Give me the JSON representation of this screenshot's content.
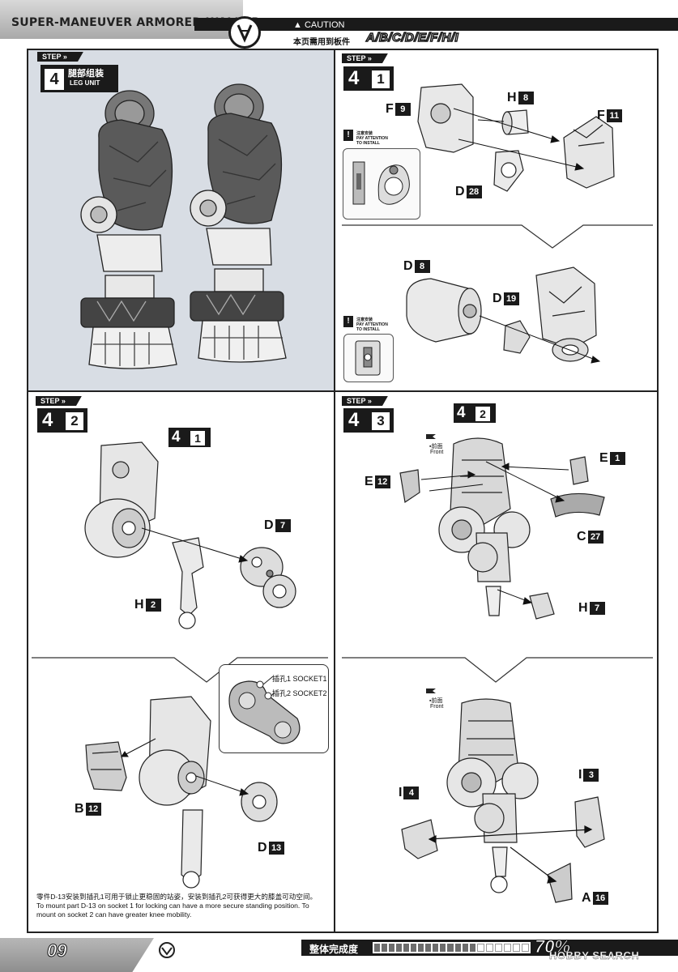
{
  "header": {
    "title": "SUPER-MANEUVER ARMORED WALKER",
    "caution": "CAUTION",
    "subtitle": "本页需用到板件",
    "runners": "A/B/C/D/E/F/H/I"
  },
  "steps": {
    "main": {
      "tag": "STEP",
      "number": "4",
      "title_cn": "腿部组装",
      "title_en": "LEG UNIT"
    },
    "s41": {
      "tag": "STEP",
      "number": "4",
      "sub": "1"
    },
    "s42": {
      "tag": "STEP",
      "number": "4",
      "sub": "2"
    },
    "s43": {
      "tag": "STEP",
      "number": "4",
      "sub": "3"
    },
    "ref41": {
      "number": "4",
      "sub": "1"
    },
    "ref42": {
      "number": "4",
      "sub": "2"
    }
  },
  "attention": {
    "cn": "注意安装",
    "en_line1": "PAY ATTENTION",
    "en_line2": "TO INSTALL"
  },
  "front": {
    "cn": "前面",
    "en": "Front"
  },
  "parts": {
    "s41_top": [
      {
        "letter": "F",
        "num": "9"
      },
      {
        "letter": "H",
        "num": "8"
      },
      {
        "letter": "F",
        "num": "11"
      },
      {
        "letter": "D",
        "num": "28"
      }
    ],
    "s41_bottom": [
      {
        "letter": "D",
        "num": "8"
      },
      {
        "letter": "D",
        "num": "19"
      }
    ],
    "s42_top": [
      {
        "letter": "D",
        "num": "7"
      },
      {
        "letter": "H",
        "num": "2"
      }
    ],
    "s42_bottom": [
      {
        "letter": "B",
        "num": "12"
      },
      {
        "letter": "D",
        "num": "13"
      }
    ],
    "s43_top": [
      {
        "letter": "E",
        "num": "1"
      },
      {
        "letter": "E",
        "num": "12"
      },
      {
        "letter": "C",
        "num": "27"
      },
      {
        "letter": "H",
        "num": "7"
      }
    ],
    "s43_bottom": [
      {
        "letter": "I",
        "num": "4"
      },
      {
        "letter": "I",
        "num": "3"
      },
      {
        "letter": "A",
        "num": "16"
      }
    ]
  },
  "socket": {
    "label1": "插孔1 SOCKET1",
    "label2": "插孔2 SOCKET2"
  },
  "note": {
    "cn": "零件D-13安装到插孔1可用于锁止更稳固的站姿，安装到插孔2可获得更大的膝盖可动空间。",
    "en": "To mount part D-13 on socket 1 for locking can have a more secure standing position. To mount on socket 2 can have greater knee mobility."
  },
  "footer": {
    "page": "09",
    "progress_label": "整体完成度",
    "progress_percent": "70%",
    "progress_value": 0.7,
    "watermark": "HOBBY SEARCH"
  },
  "colors": {
    "ink": "#1a1a1a",
    "panel_bg": "#d8dde4",
    "paper": "#ffffff"
  }
}
